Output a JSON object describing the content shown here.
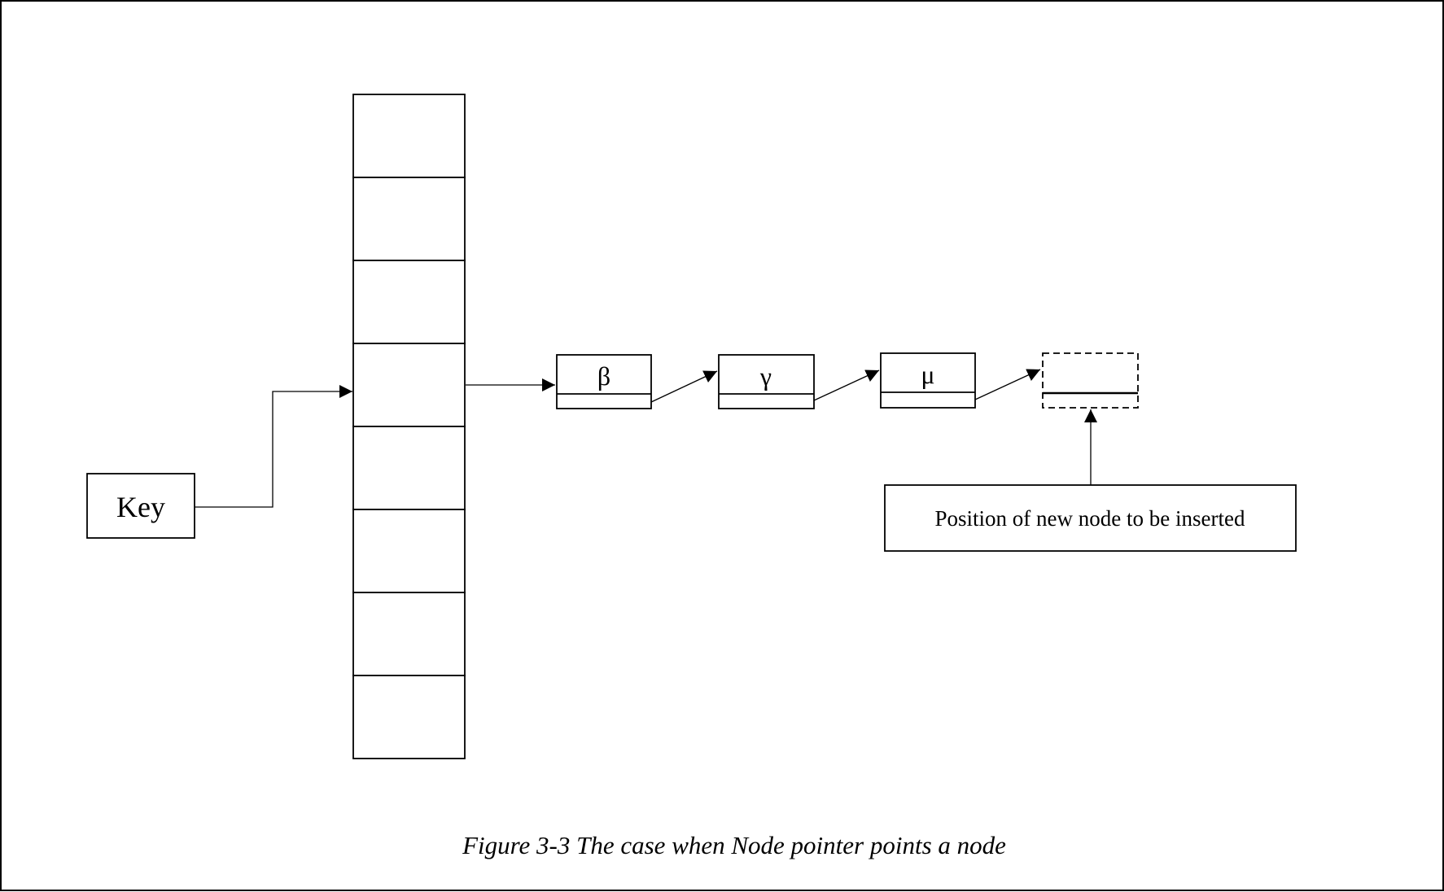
{
  "key_box": {
    "label": "Key"
  },
  "hash_table": {
    "slot_count": 8,
    "pointed_slot": 4
  },
  "linked_list": {
    "nodes": [
      {
        "symbol": "β"
      },
      {
        "symbol": "γ"
      },
      {
        "symbol": "μ"
      }
    ],
    "new_node": {
      "symbol": ""
    }
  },
  "annotation": {
    "text": "Position of new node to be inserted"
  },
  "caption": {
    "text": "Figure 3-3 The case when Node pointer points a node"
  },
  "colors": {
    "stroke": "#000000",
    "background": "#ffffff"
  }
}
